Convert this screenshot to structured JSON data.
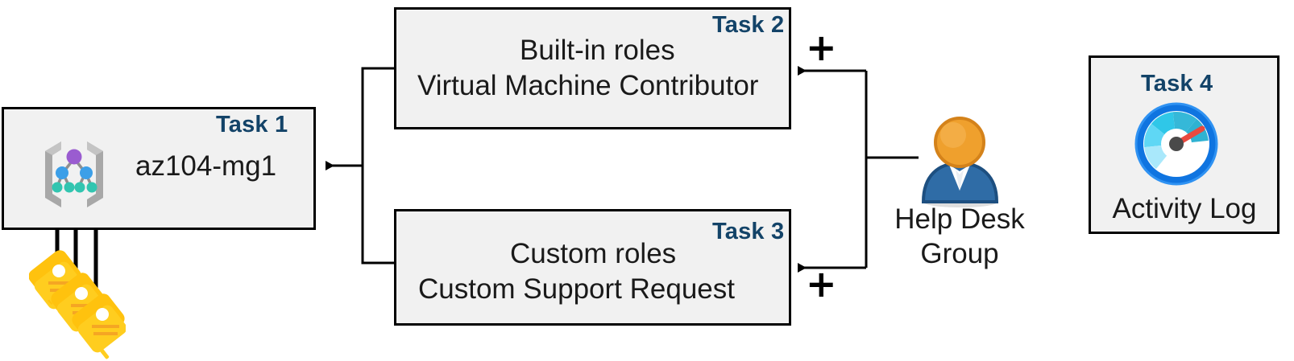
{
  "diagram": {
    "title": "Azure RBAC task diagram",
    "background": "#ffffff",
    "accent_label_color": "#134368",
    "box_fill": "#f1f1f1",
    "box_border": "#000000"
  },
  "boxes": [
    {
      "id": "task1",
      "badge": "Task 1",
      "line1": "az104-mg1",
      "line2": "",
      "icon": "management-group-icon"
    },
    {
      "id": "task2",
      "badge": "Task 2",
      "line1": "Built-in roles",
      "line2": "Virtual Machine Contributor",
      "icon": ""
    },
    {
      "id": "task3",
      "badge": "Task 3",
      "line1": "Custom roles",
      "line2": "Custom Support Request",
      "icon": ""
    },
    {
      "id": "task4",
      "badge": "Task 4",
      "line1": "Activity Log",
      "line2": "",
      "icon": "activity-log-gauge-icon"
    }
  ],
  "actors": [
    {
      "id": "helpdesk",
      "icon": "user-group-icon",
      "caption_line1": "Help Desk",
      "caption_line2": "Group"
    }
  ],
  "symbols": {
    "plus_task2": "+",
    "plus_task3": "+"
  },
  "icons": {
    "keys": "keys-icon",
    "key_count": 3,
    "management_group": "management-group-icon",
    "activity_log": "activity-log-gauge-icon",
    "user": "user-group-icon"
  },
  "colors": {
    "key_gold": "#ffc20e",
    "key_gold_light": "#ffd633",
    "mg_bracket": "#a3a3a3",
    "mg_node_top": "#9a5cd0",
    "mg_node_mid": "#3c9fe8",
    "mg_node_bottom": "#32c5b0",
    "gauge_ring": "#0f74e0",
    "gauge_needle": "#e8493f",
    "user_head": "#efa02d",
    "user_body": "#2f6ca6"
  }
}
